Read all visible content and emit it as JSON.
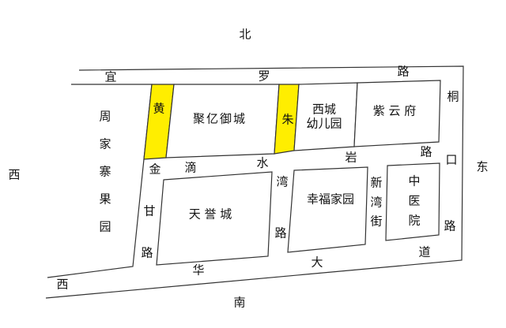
{
  "directions": {
    "north": "北",
    "south": "南",
    "west": "西",
    "east": "东"
  },
  "roads": {
    "yiluo": [
      "宜",
      "罗",
      "路"
    ],
    "jindi": [
      "金",
      "滴",
      "水",
      "岩",
      "路"
    ],
    "gan": [
      "甘",
      "路"
    ],
    "wan": [
      "湾",
      "路"
    ],
    "xinwan": [
      "新",
      "湾",
      "街"
    ],
    "tongkou": [
      "桐",
      "口",
      "路"
    ],
    "xihua": [
      "西",
      "华",
      "大",
      "道"
    ]
  },
  "areas": {
    "huang": "黄",
    "zhu": "朱",
    "juyi": "聚亿御城",
    "xicheng_1": "西城",
    "xicheng_2": "幼儿园",
    "ziyun": "紫 云 府",
    "zhoujia": [
      "周",
      "家",
      "寨",
      "果",
      "园"
    ],
    "tianyu": "天 誉 城",
    "xingfu": "幸福家园",
    "zhongyi": [
      "中",
      "医",
      "院"
    ]
  },
  "colors": {
    "highlight": "#ffee00"
  }
}
